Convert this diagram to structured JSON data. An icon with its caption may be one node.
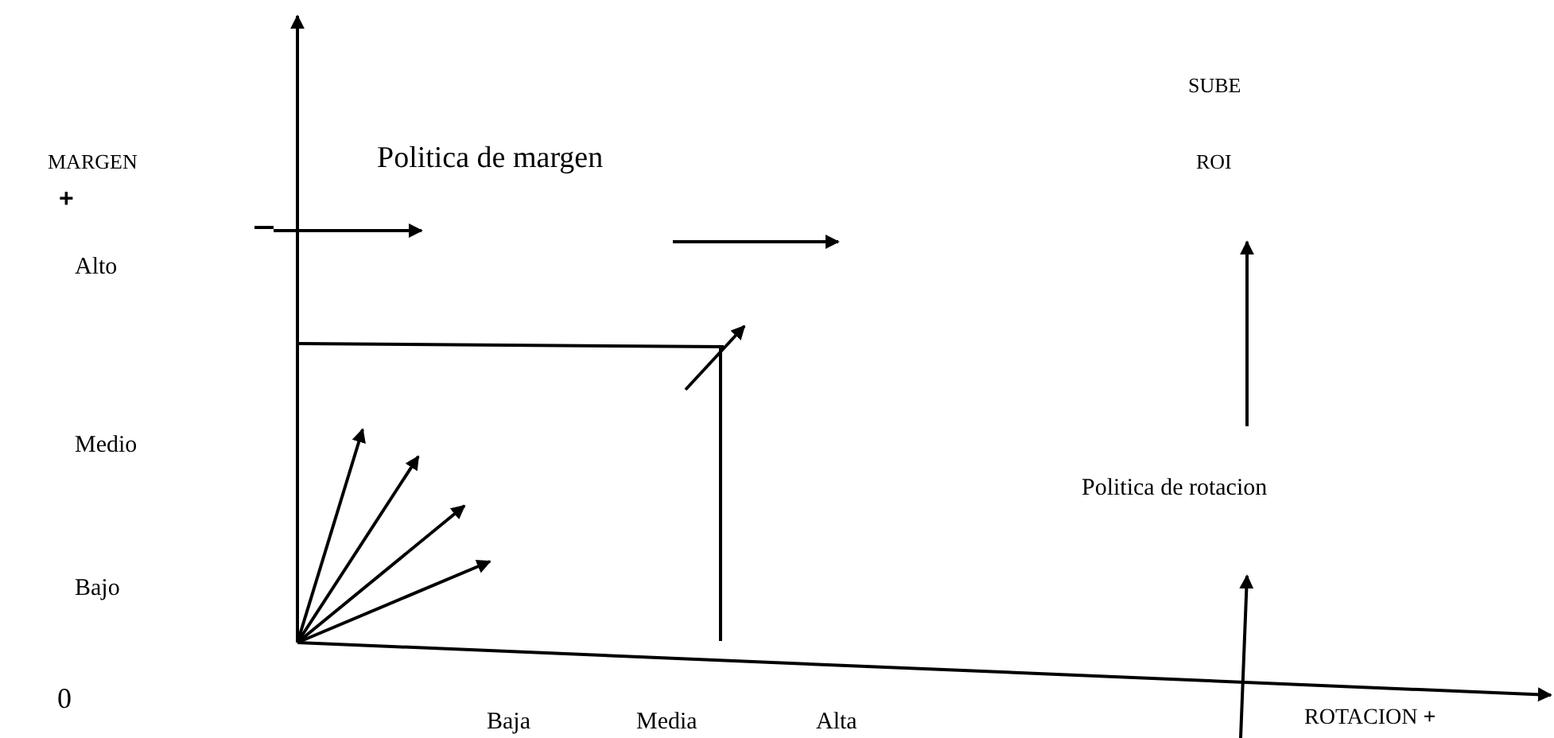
{
  "diagram": {
    "labels": [
      "MARGEN",
      "SUBE",
      "+",
      "Politica de margen",
      "ROI",
      "Alto",
      "Medio",
      "Politica de rotacion",
      "Bajo",
      "0",
      "Baja",
      "Media",
      "Alta",
      "ROTACION **+**"
    ]
  }
}
